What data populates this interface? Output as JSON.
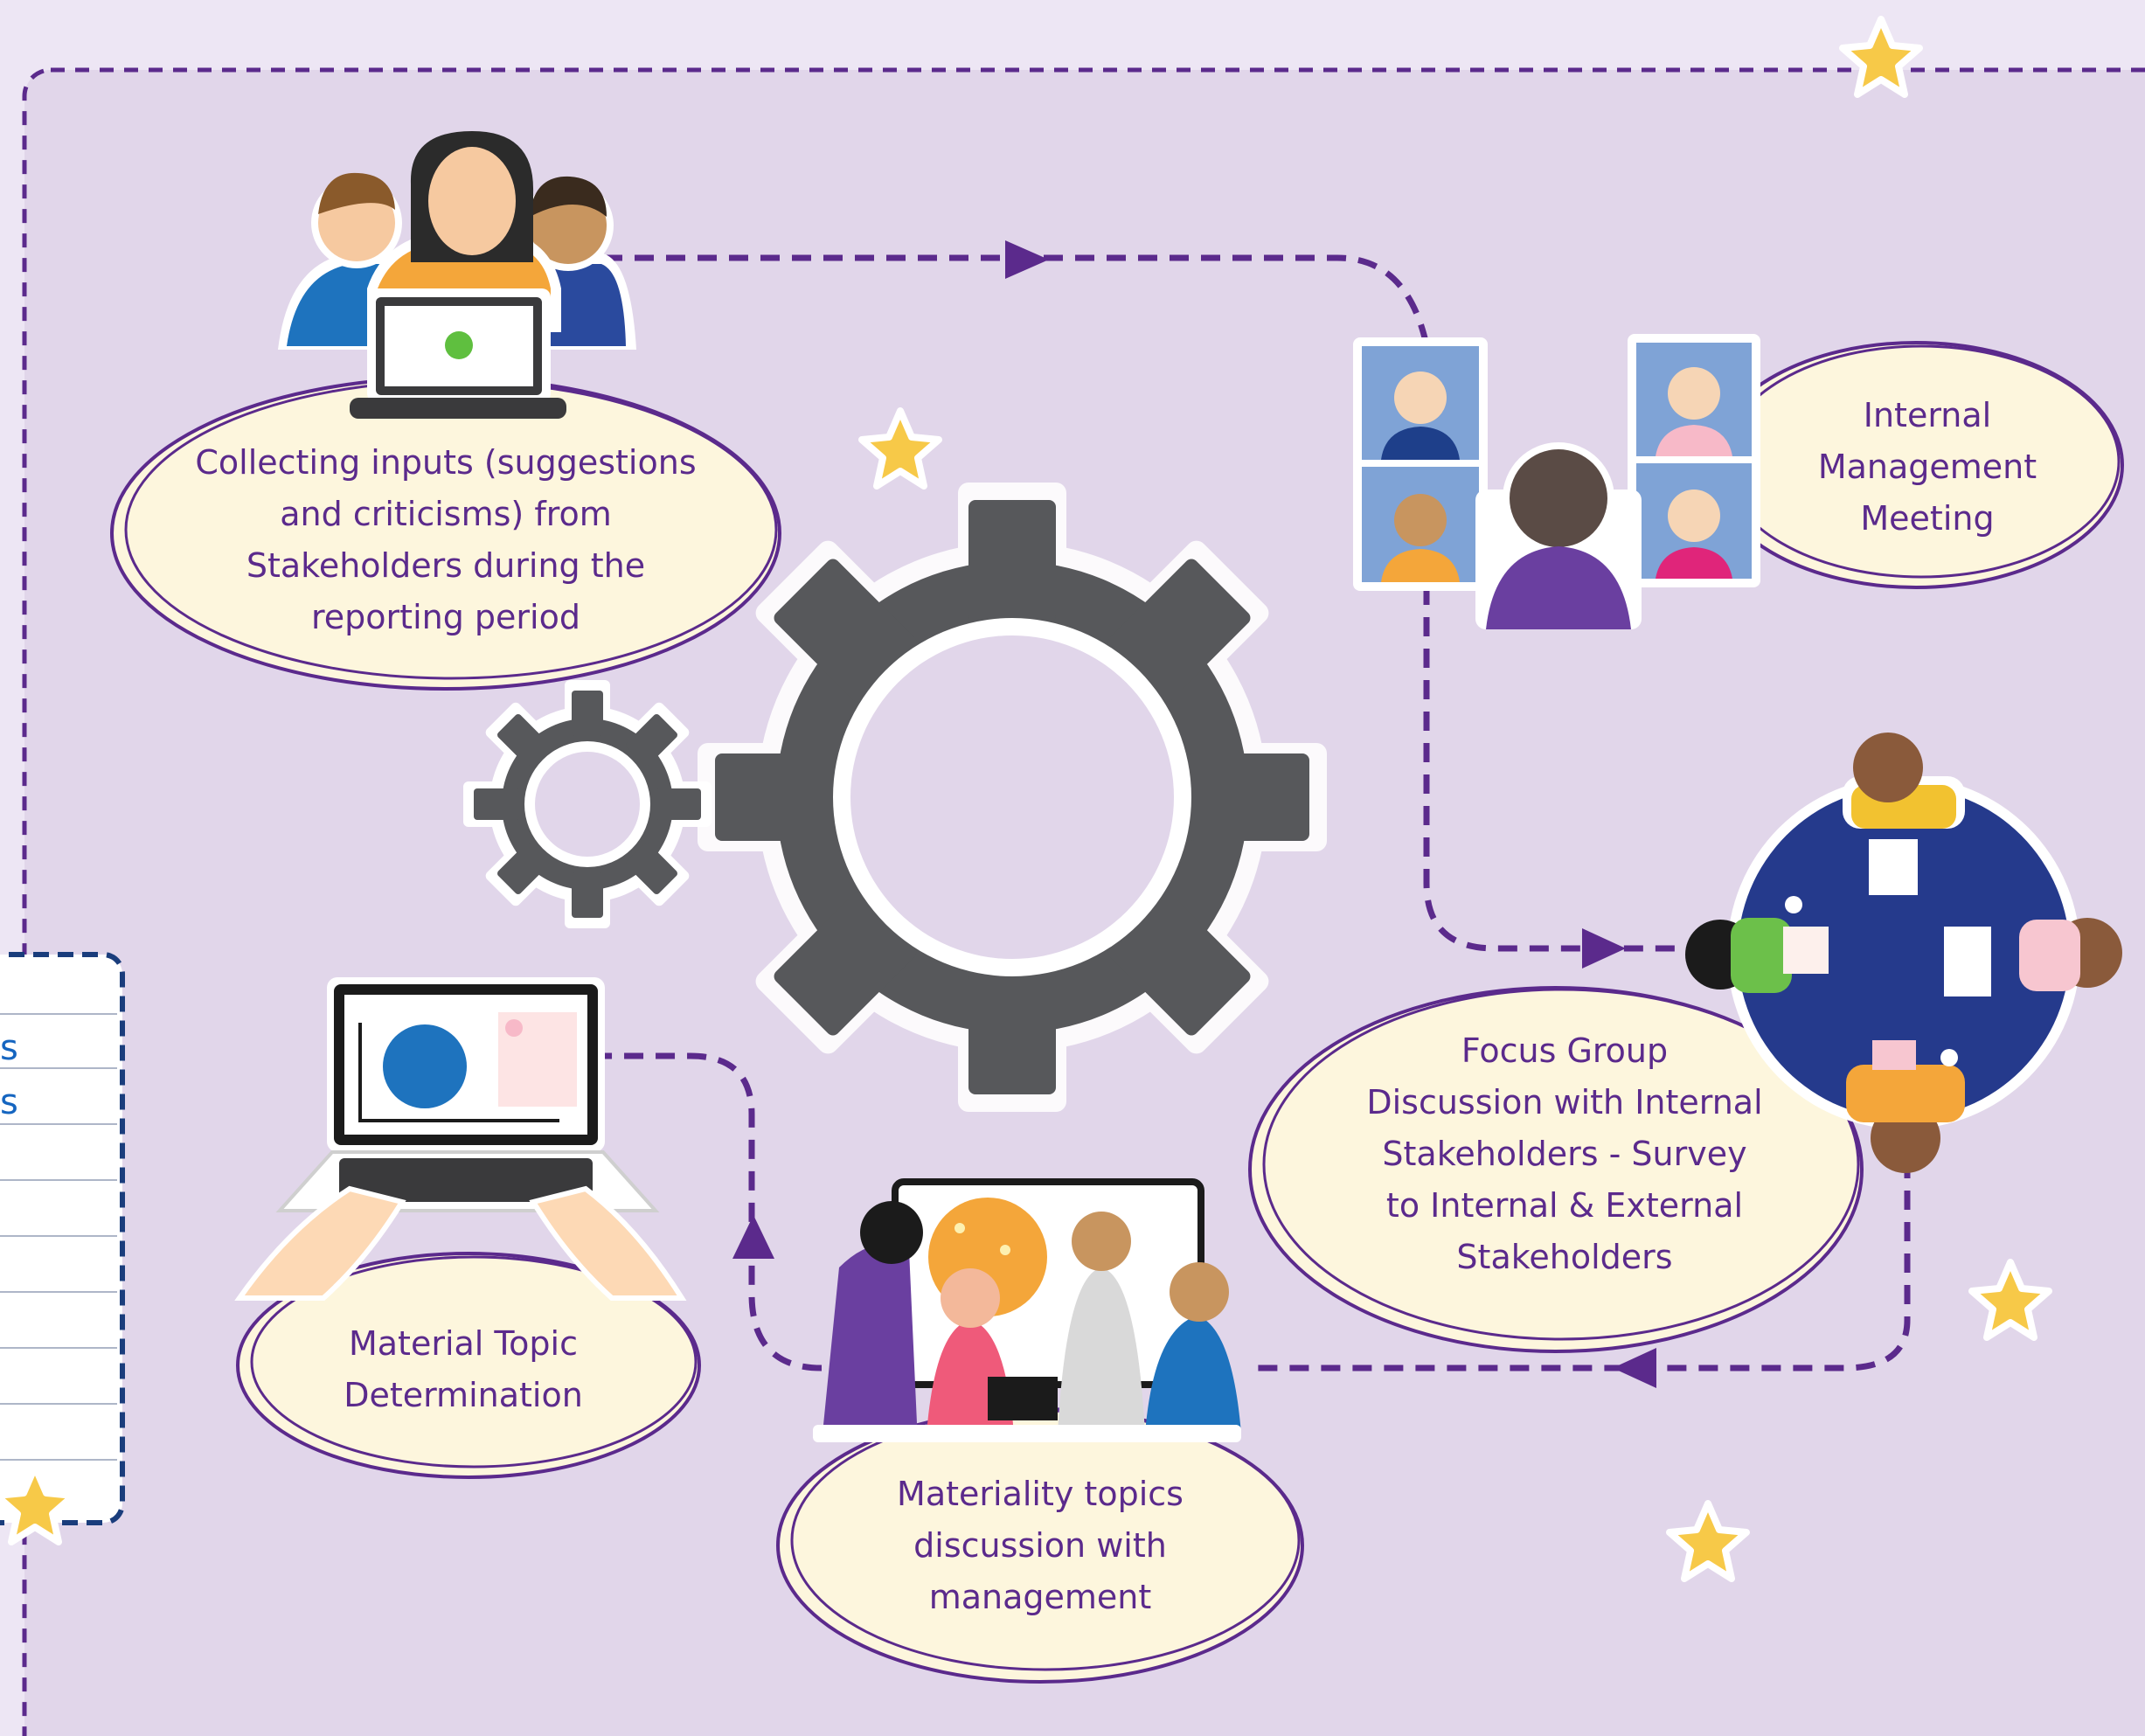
{
  "colors": {
    "background": "#ede6f4",
    "panel": "#e1d6ea",
    "accent_purple": "#5b2a8c",
    "ellipse_fill": "#fdf6dd",
    "gear": "#57585b",
    "star": "#f7c948",
    "panel_border_left": "#1a3d7c"
  },
  "steps": [
    {
      "id": "collecting-inputs",
      "label": "Collecting inputs (suggestions\nand criticisms) from\nStakeholders during the\nreporting period"
    },
    {
      "id": "internal-meeting",
      "label": "Internal\nManagement\nMeeting"
    },
    {
      "id": "focus-group",
      "label": "Focus Group\nDiscussion with Internal\nStakeholders - Survey\nto Internal & External\nStakeholders"
    },
    {
      "id": "materiality-discussion",
      "label": "Materiality topics\ndiscussion with\nmanagement"
    },
    {
      "id": "material-topic",
      "label": "Material Topic\nDetermination"
    }
  ],
  "side_panel": {
    "line1": "s",
    "line2": "s"
  },
  "icons": [
    "stakeholders-laptop-icon",
    "video-meeting-icon",
    "round-table-icon",
    "team-presentation-icon",
    "laptop-chart-icon",
    "large-gear-icon",
    "small-gear-icon",
    "star-icon"
  ]
}
